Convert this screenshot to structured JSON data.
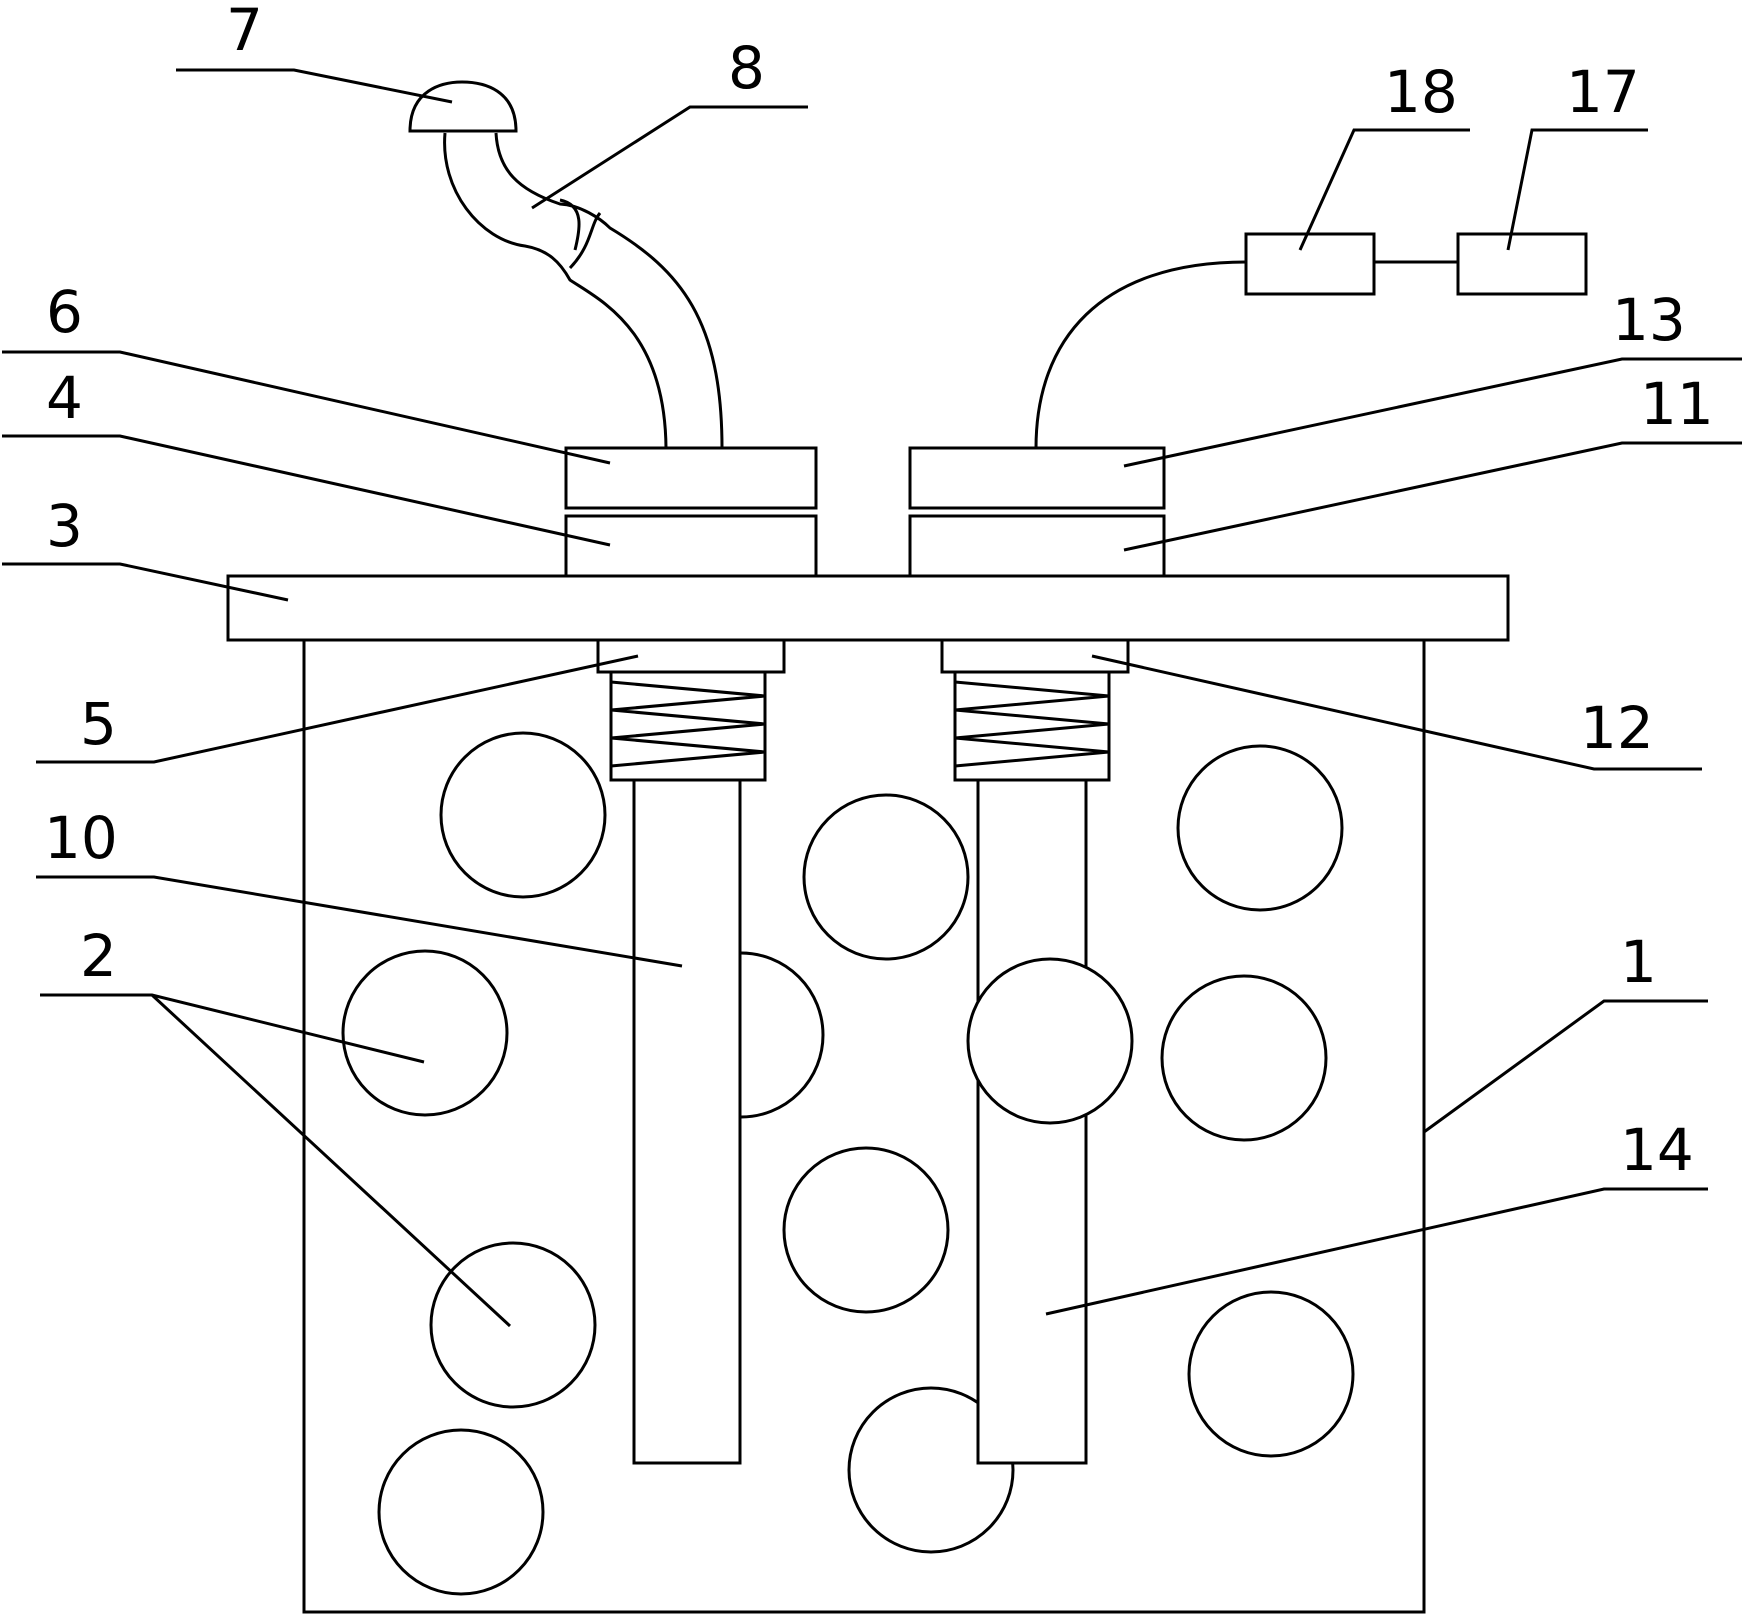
{
  "labels": {
    "l1": "1",
    "l2": "2",
    "l3": "3",
    "l4": "4",
    "l5": "5",
    "l6": "6",
    "l7": "7",
    "l8": "8",
    "l10": "10",
    "l11": "11",
    "l12": "12",
    "l13": "13",
    "l14": "14",
    "l17": "17",
    "l18": "18"
  },
  "colors": {
    "line": "#000000",
    "background": "#ffffff"
  }
}
